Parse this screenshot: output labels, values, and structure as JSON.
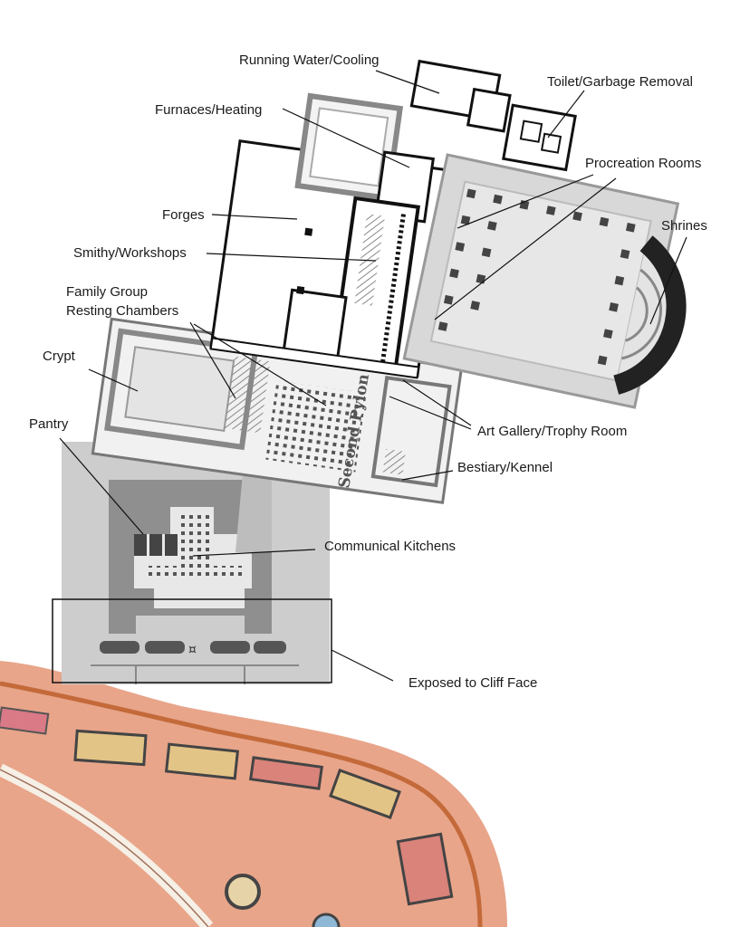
{
  "labels": {
    "running_water": "Running Water/Cooling",
    "toilet": "Toilet/Garbage Removal",
    "furnaces": "Furnaces/Heating",
    "procreation": "Procreation Rooms",
    "forges": "Forges",
    "shrines": "Shrines",
    "smithy": "Smithy/Workshops",
    "family_line1": "Family Group",
    "family_line2": "Resting Chambers",
    "crypt": "Crypt",
    "art_gallery": "Art Gallery/Trophy Room",
    "pantry": "Pantry",
    "bestiary": "Bestiary/Kennel",
    "kitchens": "Communical Kitchens",
    "cliff": "Exposed to Cliff Face"
  },
  "plan_text": {
    "second_pylon": "Second Pylon"
  },
  "colors": {
    "terrain": "#e8a58a",
    "terrain_edge": "#c46a3a",
    "plan_gray": "#c9c9c9",
    "wall": "#4a4a4a"
  }
}
